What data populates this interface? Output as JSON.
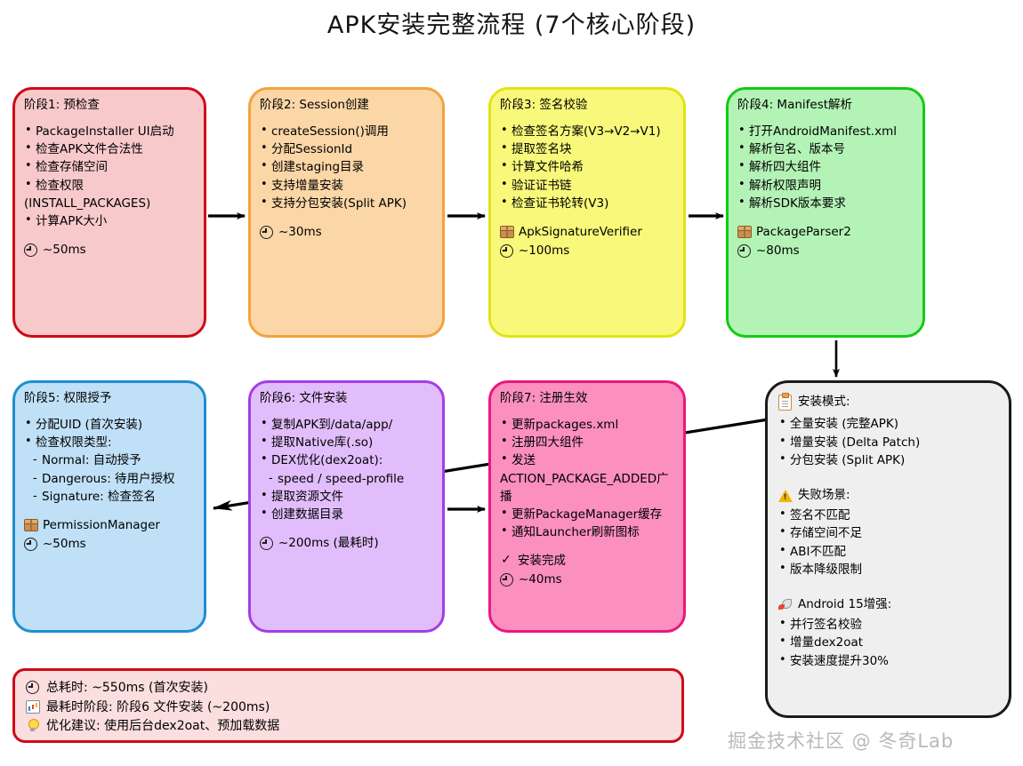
{
  "title": "APK安装完整流程 (7个核心阶段)",
  "watermark": "掘金技术社区 @ 冬奇Lab",
  "colors": {
    "phase1": "#cf0a17",
    "phase2": "#f2a33c",
    "phase3": "#e3e313",
    "phase4": "#12cc12",
    "phase5": "#1f8ed0",
    "phase6": "#a23ee8",
    "phase7": "#e9187f",
    "info": "#1a1a1a",
    "summary": "#cf0a17"
  },
  "phases": [
    {
      "title": "阶段1: 预检查",
      "items": [
        "PackageInstaller UI启动",
        "检查APK文件合法性",
        "检查存储空间",
        "检查权限",
        "(INSTALL_PACKAGES)",
        "计算APK大小"
      ],
      "component": "",
      "duration": "~50ms",
      "clock_icon": "clock-icon",
      "package_icon": "package-icon"
    },
    {
      "title": "阶段2: Session创建",
      "items": [
        "createSession()调用",
        "分配SessionId",
        "创建staging目录",
        "支持增量安装",
        "支持分包安装(Split APK)"
      ],
      "component": "",
      "duration": "~30ms",
      "clock_icon": "clock-icon",
      "package_icon": "package-icon"
    },
    {
      "title": "阶段3: 签名校验",
      "items": [
        "检查签名方案(V3→V2→V1)",
        "提取签名块",
        "计算文件哈希",
        "验证证书链",
        "检查证书轮转(V3)"
      ],
      "component": "ApkSignatureVerifier",
      "duration": "~100ms",
      "clock_icon": "clock-icon",
      "package_icon": "package-icon"
    },
    {
      "title": "阶段4: Manifest解析",
      "items": [
        "打开AndroidManifest.xml",
        "解析包名、版本号",
        "解析四大组件",
        "解析权限声明",
        "解析SDK版本要求"
      ],
      "component": "PackageParser2",
      "duration": "~80ms",
      "clock_icon": "clock-icon",
      "package_icon": "package-icon"
    },
    {
      "title": "阶段5: 权限授予",
      "items": [
        "分配UID (首次安装)",
        "检查权限类型:",
        "Normal: 自动授予",
        "Dangerous: 待用户授权",
        "Signature: 检查签名"
      ],
      "component": "PermissionManager",
      "duration": "~50ms",
      "clock_icon": "clock-icon",
      "package_icon": "package-icon"
    },
    {
      "title": "阶段6: 文件安装",
      "items": [
        "复制APK到/data/app/",
        "提取Native库(.so)",
        "DEX优化(dex2oat):",
        "speed / speed-profile",
        "提取资源文件",
        "创建数据目录"
      ],
      "component": "",
      "duration": "~200ms (最耗时)",
      "clock_icon": "clock-icon",
      "package_icon": "package-icon"
    },
    {
      "title": "阶段7: 注册生效",
      "items": [
        "更新packages.xml",
        "注册四大组件",
        "发送",
        "ACTION_PACKAGE_ADDED广",
        "播",
        "更新PackageManager缓存",
        "通知Launcher刷新图标"
      ],
      "status": "安装完成",
      "check_icon": "check-icon",
      "component": "",
      "duration": "~40ms",
      "clock_icon": "clock-icon",
      "package_icon": "package-icon"
    }
  ],
  "info_box": {
    "groups": [
      {
        "icon": "clipboard-icon",
        "heading": "安装模式:",
        "items": [
          "全量安装 (完整APK)",
          "增量安装 (Delta Patch)",
          "分包安装 (Split APK)"
        ]
      },
      {
        "icon": "warning-icon",
        "heading": "失败场景:",
        "items": [
          "签名不匹配",
          "存储空间不足",
          "ABI不匹配",
          "版本降级限制"
        ]
      },
      {
        "icon": "rocket-icon",
        "heading": "Android 15增强:",
        "items": [
          "并行签名校验",
          "增量dex2oat",
          "安装速度提升30%"
        ]
      }
    ]
  },
  "summary": {
    "rows": [
      {
        "icon": "clock-icon",
        "text": "总耗时: ~550ms (首次安装)"
      },
      {
        "icon": "chart-icon",
        "text": "最耗时阶段: 阶段6 文件安装 (~200ms)"
      },
      {
        "icon": "bulb-icon",
        "text": "优化建议: 使用后台dex2oat、预加载数据"
      }
    ]
  }
}
